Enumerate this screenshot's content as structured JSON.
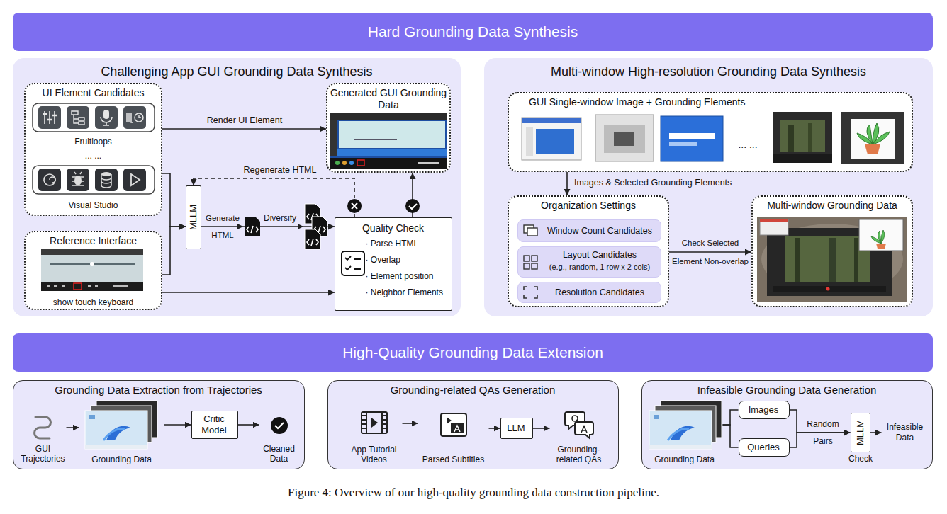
{
  "diagram": {
    "caption": "Figure 4: Overview of our high-quality grounding data construction pipeline.",
    "nodes": [
      {
        "text": [
          "Hard Grounding Data Synthesis"
        ]
      },
      {
        "text": [
          "Challenging App GUI Grounding Data Synthesis"
        ]
      },
      {
        "text": [
          "UI Element Candidates",
          "Fruitloops",
          "... ...",
          "Visual Studio"
        ],
        "in": 1
      },
      {
        "text": [
          "Reference Interface",
          "show touch keyboard"
        ],
        "in": 1
      },
      {
        "text": [
          "Generated GUI Grounding Data"
        ],
        "in": 1
      },
      {
        "text": [
          "MLLM"
        ],
        "in": 1
      },
      {
        "text": [
          "Quality Check",
          "· Parse HTML",
          "· Overlap",
          "· Element position",
          "· Neighbor Elements"
        ],
        "in": 1
      },
      {
        "text": [
          "Multi-window High-resolution Grounding Data Synthesis"
        ]
      },
      {
        "text": [
          "GUI Single-window Image + Grounding Elements"
        ],
        "in": 7
      },
      {
        "text": [
          "Organization Settings"
        ],
        "in": 7
      },
      {
        "text": [
          "Window Count Candidates"
        ],
        "in": 9
      },
      {
        "text": [
          "Layout Candidates",
          "(e.g., random, 1 row x 2 cols)"
        ],
        "in": 9
      },
      {
        "text": [
          "Resolution Candidates"
        ],
        "in": 9
      },
      {
        "text": [
          "Multi-window Grounding Data"
        ],
        "in": 7
      },
      {
        "text": [
          "High-Quality Grounding Data Extension"
        ]
      },
      {
        "text": [
          "Grounding Data Extraction from Trajectories"
        ]
      },
      {
        "text": [
          "GUI Trajectories"
        ],
        "in": 15
      },
      {
        "text": [
          "Grounding Data"
        ],
        "in": 15
      },
      {
        "text": [
          "Critic Model"
        ],
        "in": 15
      },
      {
        "text": [
          "Cleaned Data"
        ],
        "in": 15
      },
      {
        "text": [
          "Grounding-related QAs Generation"
        ]
      },
      {
        "text": [
          "App Tutorial Videos"
        ],
        "in": 20
      },
      {
        "text": [
          "Parsed Subtitles"
        ],
        "in": 20
      },
      {
        "text": [
          "LLM"
        ],
        "in": 20
      },
      {
        "text": [
          "Grounding-related QAs"
        ],
        "in": 20
      },
      {
        "text": [
          "Infeasible Grounding Data Generation"
        ]
      },
      {
        "text": [
          "Grounding Data"
        ],
        "in": 25
      },
      {
        "text": [
          "Images"
        ],
        "in": 25
      },
      {
        "text": [
          "Queries"
        ],
        "in": 25
      },
      {
        "text": [
          "MLLM"
        ],
        "in": 25
      },
      {
        "text": [
          "Infeasible Data"
        ],
        "in": 25
      }
    ],
    "edges": [
      {
        "from": 2,
        "to": 4,
        "label": "Render UI Element",
        "arrow": "to"
      },
      {
        "from": 2,
        "to": 5,
        "arrow": "to"
      },
      {
        "from": 3,
        "to": 5,
        "arrow": "to"
      },
      {
        "from": 5,
        "to": 6,
        "label": "Generate HTML",
        "arrow": "to"
      },
      {
        "from": 6,
        "to": 5,
        "label": "Regenerate HTML",
        "arrow": "to"
      },
      {
        "from": 6,
        "to": 4,
        "arrow": "to"
      },
      {
        "from": 3,
        "to": 6,
        "arrow": "to"
      },
      {
        "from": 8,
        "to": 9,
        "label": "Images & Selected Grounding Elements",
        "arrow": "to"
      },
      {
        "from": 9,
        "to": 13,
        "label": "Check Selected Element Non-overlap",
        "arrow": "to"
      },
      {
        "from": 16,
        "to": 17,
        "arrow": "to"
      },
      {
        "from": 17,
        "to": 18,
        "arrow": "to"
      },
      {
        "from": 18,
        "to": 19,
        "arrow": "to"
      },
      {
        "from": 21,
        "to": 22,
        "arrow": "to"
      },
      {
        "from": 22,
        "to": 23,
        "arrow": "to"
      },
      {
        "from": 23,
        "to": 24,
        "arrow": "to"
      },
      {
        "from": 26,
        "to": 27,
        "arrow": "none"
      },
      {
        "from": 26,
        "to": 28,
        "arrow": "none"
      },
      {
        "from": 27,
        "to": 29,
        "arrow": "to"
      },
      {
        "from": 28,
        "to": 29,
        "arrow": "to"
      },
      {
        "from": 29,
        "to": 30,
        "arrow": "to"
      }
    ],
    "labels": [
      "Diversify",
      "... ...",
      "Random Pairs",
      "Check"
    ]
  }
}
